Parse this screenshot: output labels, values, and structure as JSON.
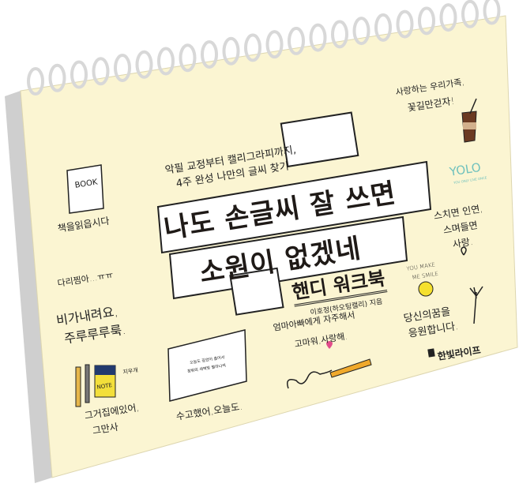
{
  "cover": {
    "subtitle_line1": "악필 교정부터 캘리그라피까지,",
    "subtitle_line2": "4주 완성 나만의 글씨 찾기",
    "title_line1": "나도 손글씨 잘 쓰면",
    "title_line2": "소원이 없겠네",
    "series": "핸디 워크북",
    "author": "이호정(하오팅캘리) 지음",
    "publisher": "한빛라이프",
    "colors": {
      "cover": "#fbf5d2",
      "edge": "#c9c9c9",
      "ring": "#d8d8d8",
      "ink": "#1f1a17",
      "yolo": "#6fc1bd"
    }
  },
  "doodles": {
    "book_label": "BOOK",
    "book_caption": "책을읽읍시다",
    "leg_note": "다리찜아...ㅠㅠ",
    "rain_line1": "비가내려요,",
    "rain_line2": "주루루루룩.",
    "note_label": "NOTE",
    "note_side": "지우개",
    "home_line1": "그거집에있어,",
    "home_line2": "그만사",
    "player_lyrics1": "오늘도 길었어 출어서",
    "player_lyrics2": "창밖의 새벽빛 별하나씩",
    "player_caption": "수고했어,오늘도.",
    "parents_line1": "엄마아빠에게 자주해서",
    "parents_line2": "고마워,사랑해.",
    "family_line1": "사랑하는 우리가족,",
    "family_line2": "꽃길만걷자!",
    "yolo": "YOLO",
    "yolo_sub": "YOU ONLY LIVE ONCE",
    "fate_line1": "스치면 인연,",
    "fate_line2": "스며들면",
    "fate_line3": "사랑.",
    "smile_line1": "YOU MAKE",
    "smile_line2": "ME SMILE",
    "dream_line1": "당신의꿈을",
    "dream_line2": "응원합니다."
  }
}
